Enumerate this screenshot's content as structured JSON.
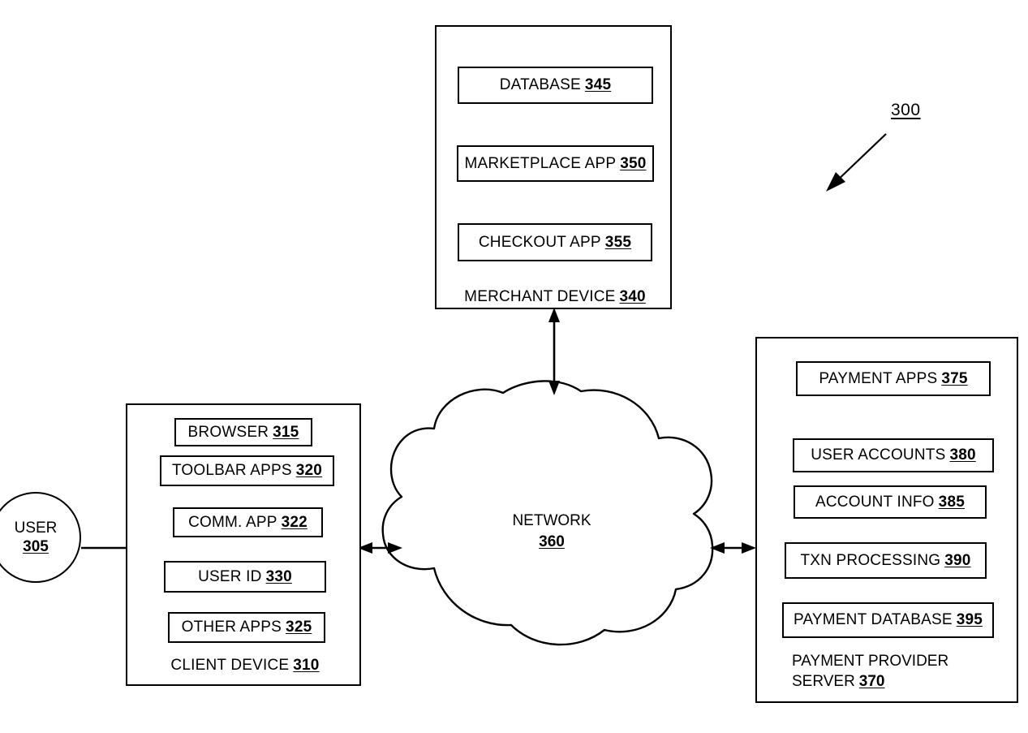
{
  "figure": {
    "number_label": "300"
  },
  "user": {
    "name": "USER",
    "ref": "305"
  },
  "client_device": {
    "label": "CLIENT DEVICE",
    "ref": "310",
    "components": [
      {
        "label": "BROWSER",
        "ref": "315"
      },
      {
        "label": "TOOLBAR APPS",
        "ref": "320"
      },
      {
        "label": "COMM. APP",
        "ref": "322"
      },
      {
        "label": "USER ID",
        "ref": "330"
      },
      {
        "label": "OTHER APPS",
        "ref": "325"
      }
    ]
  },
  "merchant_device": {
    "label": "MERCHANT DEVICE",
    "ref": "340",
    "components": [
      {
        "label": "DATABASE",
        "ref": "345"
      },
      {
        "label": "MARKETPLACE APP",
        "ref": "350"
      },
      {
        "label": "CHECKOUT APP",
        "ref": "355"
      }
    ]
  },
  "network": {
    "label": "NETWORK",
    "ref": "360"
  },
  "payment_provider_server": {
    "label_line1": "PAYMENT PROVIDER",
    "label_line2": "SERVER",
    "ref": "370",
    "components": [
      {
        "label": "PAYMENT APPS",
        "ref": "375"
      },
      {
        "label": "USER ACCOUNTS",
        "ref": "380"
      },
      {
        "label": "ACCOUNT INFO",
        "ref": "385"
      },
      {
        "label": "TXN PROCESSING",
        "ref": "390"
      },
      {
        "label": "PAYMENT DATABASE",
        "ref": "395"
      }
    ]
  },
  "connectors": [
    {
      "name": "merchant-to-network",
      "style": "double-arrow-vertical"
    },
    {
      "name": "client-to-network",
      "style": "double-arrow-horizontal"
    },
    {
      "name": "network-to-payment-server",
      "style": "double-arrow-horizontal"
    },
    {
      "name": "user-to-client",
      "style": "plain-line"
    },
    {
      "name": "figure-number-leader",
      "style": "single-arrow-diagonal"
    }
  ],
  "colors": {
    "ink": "#000000",
    "background": "#ffffff"
  }
}
